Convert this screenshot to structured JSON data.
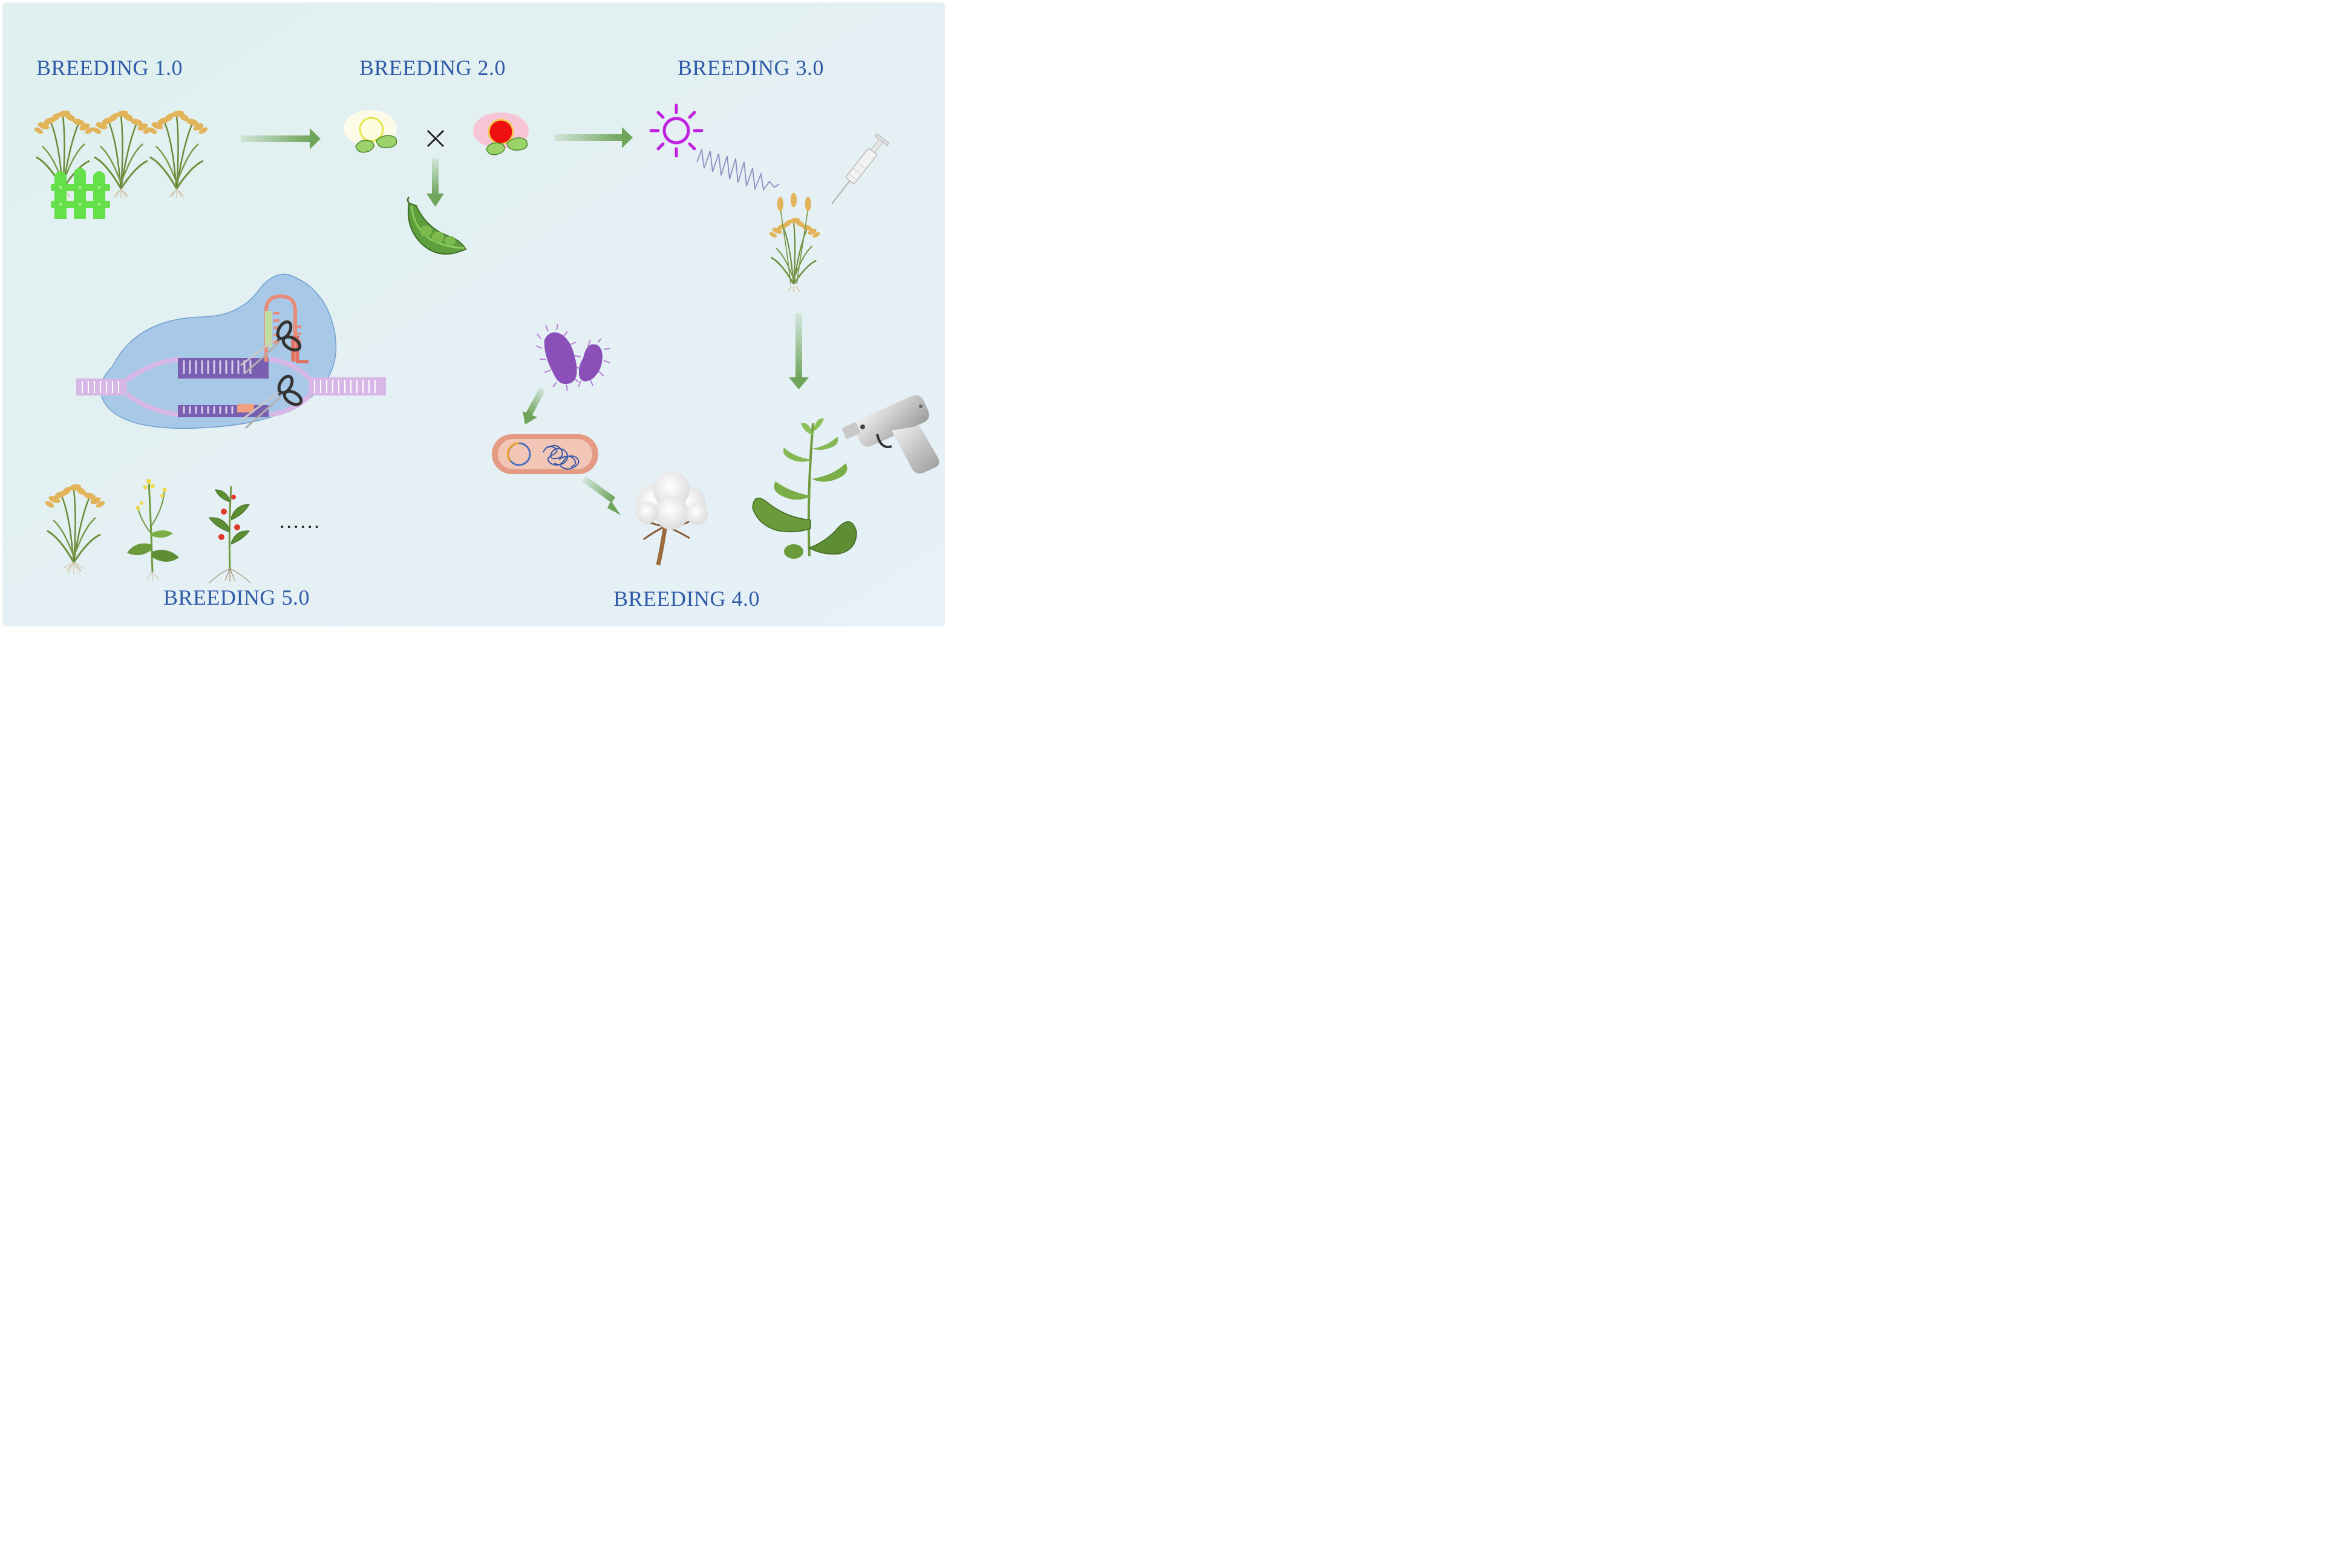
{
  "stages": {
    "s1": "BREEDING 1.0",
    "s2": "BREEDING 2.0",
    "s3": "BREEDING 3.0",
    "s4": "BREEDING 4.0",
    "s5": "BREEDING 5.0"
  },
  "ellipsis": "......",
  "colors": {
    "title": "#2f5aa8",
    "arrow": "#6fa55a",
    "background_top": "#dff0ee",
    "background_bottom": "#e6f1f8",
    "uv_sun": "#c020e0",
    "bacterium": "#8a4fb8",
    "protein_blob": "#a8c8e8"
  },
  "icons": [
    "rice-plant-icon",
    "fence-icon",
    "pollen-cell-icon",
    "cross-icon",
    "pea-pod-icon",
    "sun-icon",
    "radiation-wave-icon",
    "syringe-icon",
    "wheat-plant-icon",
    "bacterium-icon",
    "plasmid-cell-icon",
    "cotton-boll-icon",
    "gene-gun-icon",
    "tobacco-plant-icon",
    "crispr-complex-icon",
    "scissors-icon",
    "rapeseed-plant-icon",
    "tomato-plant-icon"
  ]
}
